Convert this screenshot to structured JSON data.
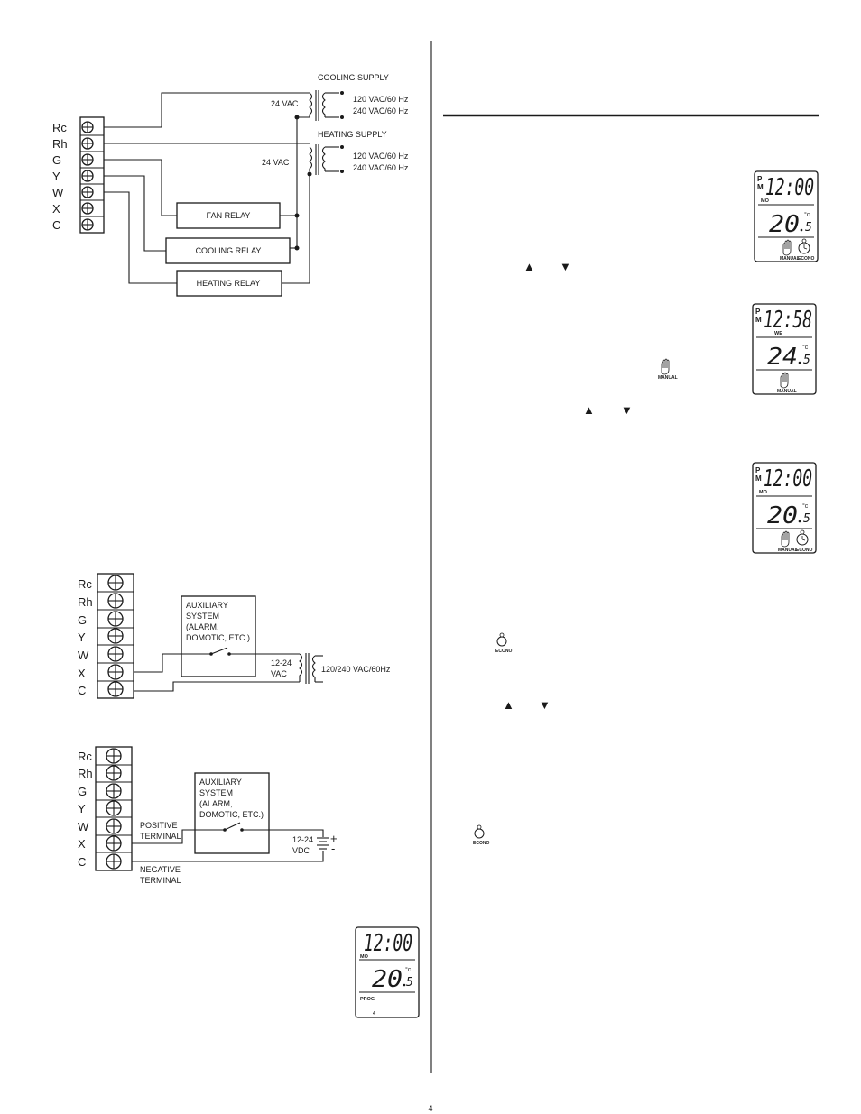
{
  "diagram1": {
    "terminals": [
      "Rc",
      "Rh",
      "G",
      "Y",
      "W",
      "X",
      "C"
    ],
    "cooling_supply": "COOLING SUPPLY",
    "heating_supply": "HEATING SUPPLY",
    "cool_24vac": "24 VAC",
    "heat_24vac": "24 VAC",
    "cool_120": "120 VAC/60 Hz",
    "cool_240": "240 VAC/60 Hz",
    "heat_120": "120 VAC/60 Hz",
    "heat_240": "240 VAC/60 Hz",
    "fan_relay": "FAN RELAY",
    "cooling_relay": "COOLING RELAY",
    "heating_relay": "HEATING RELAY"
  },
  "diagram2": {
    "terminals": [
      "Rc",
      "Rh",
      "G",
      "Y",
      "W",
      "X",
      "C"
    ],
    "aux_lines": [
      "AUXILIARY",
      "SYSTEM",
      "(ALARM,",
      "DOMOTIC, ETC.)"
    ],
    "vac_line1": "12-24",
    "vac_line2": "VAC",
    "supply": "120/240 VAC/60Hz"
  },
  "diagram3": {
    "terminals": [
      "Rc",
      "Rh",
      "G",
      "Y",
      "W",
      "X",
      "C"
    ],
    "aux_lines": [
      "AUXILIARY",
      "SYSTEM",
      "(ALARM,",
      "DOMOTIC, ETC.)"
    ],
    "positive": [
      "POSITIVE",
      "TERMINAL"
    ],
    "negative": [
      "NEGATIVE",
      "TERMINAL"
    ],
    "vdc_line1": "12-24",
    "vdc_line2": "VDC",
    "plus": "+",
    "minus": "-"
  },
  "displays": {
    "d1": {
      "pm1": "P",
      "pm2": "M",
      "time": "12:00",
      "day": "MO",
      "temp": "20",
      "dec": "5",
      "deg": "°c",
      "manual": "MANUAL",
      "econo": "ECONO"
    },
    "d2": {
      "pm1": "P",
      "pm2": "M",
      "time": "12:58",
      "day": "WE",
      "temp": "24",
      "dec": "5",
      "deg": "°c",
      "manual": "MANUAL"
    },
    "d3": {
      "pm1": "P",
      "pm2": "M",
      "time": "12:00",
      "day": "MO",
      "temp": "20",
      "dec": "5",
      "deg": "°c",
      "manual": "MANUAL",
      "econo": "ECONO"
    },
    "d4": {
      "time": "12:00",
      "day": "MO",
      "temp": "20",
      "dec": "5",
      "deg": "°c",
      "prog": "PROG",
      "prog_num": "4"
    }
  },
  "icons": {
    "manual_label": "MANUAL",
    "econo_label_1": "ECONO",
    "econo_label_2": "ECONO",
    "page_number": "4"
  },
  "symbols": {
    "up": "▲",
    "down": "▼"
  }
}
